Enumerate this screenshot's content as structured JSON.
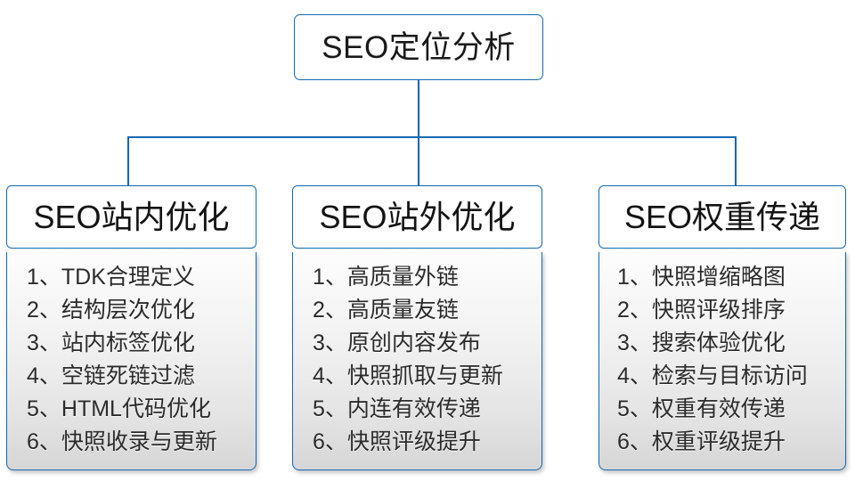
{
  "diagram": {
    "type": "tree-hierarchy",
    "root": {
      "label": "SEO定位分析"
    },
    "branches": [
      {
        "header": "SEO站内优化",
        "items": [
          {
            "index": "1、",
            "text": "TDK合理定义"
          },
          {
            "index": "2、",
            "text": "结构层次优化"
          },
          {
            "index": "3、",
            "text": "站内标签优化"
          },
          {
            "index": "4、",
            "text": "空链死链过滤"
          },
          {
            "index": "5、",
            "text": "HTML代码优化"
          },
          {
            "index": "6、",
            "text": "快照收录与更新"
          }
        ]
      },
      {
        "header": "SEO站外优化",
        "items": [
          {
            "index": "1、",
            "text": "高质量外链"
          },
          {
            "index": "2、",
            "text": "高质量友链"
          },
          {
            "index": "3、",
            "text": "原创内容发布"
          },
          {
            "index": "4、",
            "text": "快照抓取与更新"
          },
          {
            "index": "5、",
            "text": "内连有效传递"
          },
          {
            "index": "6、",
            "text": "快照评级提升"
          }
        ]
      },
      {
        "header": "SEO权重传递",
        "items": [
          {
            "index": "1、",
            "text": "快照增缩略图"
          },
          {
            "index": "2、",
            "text": "快照评级排序"
          },
          {
            "index": "3、",
            "text": "搜索体验优化"
          },
          {
            "index": "4、",
            "text": "检索与目标访问"
          },
          {
            "index": "5、",
            "text": "权重有效传递"
          },
          {
            "index": "6、",
            "text": "权重评级提升"
          }
        ]
      }
    ],
    "colors": {
      "border": "#1268b3",
      "header_background": "#ffffff",
      "list_background_top": "#fdfdfd",
      "list_background_bottom": "#d6d6d6",
      "text": "#2b2b2b",
      "page_background": "#ffffff"
    }
  }
}
